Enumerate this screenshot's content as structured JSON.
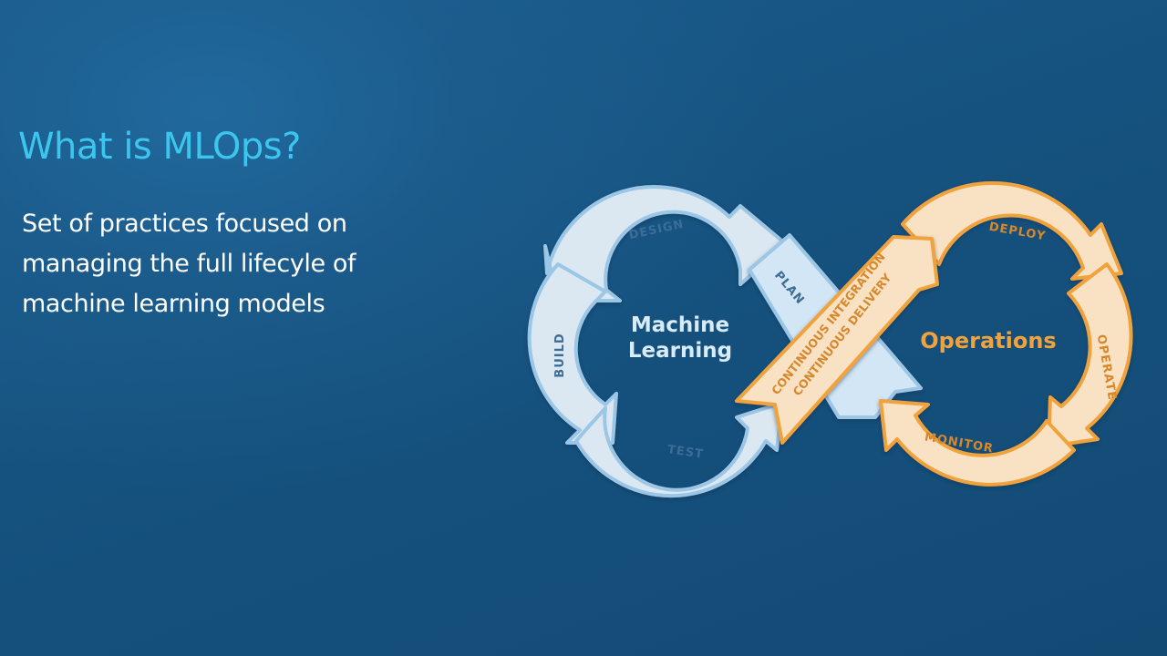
{
  "slide": {
    "title": "What is MLOps?",
    "subtitle": "Set of practices focused on managing the full lifecyle of machine learning models"
  },
  "diagram": {
    "left_loop": {
      "center_line1": "Machine",
      "center_line2": "Learning",
      "stages": {
        "design": "DESIGN",
        "build": "BUILD",
        "test": "TEST",
        "plan": "PLAN"
      }
    },
    "right_loop": {
      "center_label": "Operations",
      "stages": {
        "deploy": "DEPLOY",
        "operate": "OPERATE",
        "monitor": "MONITOR"
      }
    },
    "connector": {
      "line1": "CONTINUOUS INTEGRATION",
      "line2": "CONTINUOUS DELIVERY"
    }
  },
  "colors": {
    "background": "#16527f",
    "title": "#3cc6ee",
    "subtitle": "#ffffff",
    "ml_fill": "#dbe8f2",
    "ml_outline": "#9cc6e6",
    "ops_fill": "#f9e2c4",
    "ops_outline": "#f0a23c"
  }
}
